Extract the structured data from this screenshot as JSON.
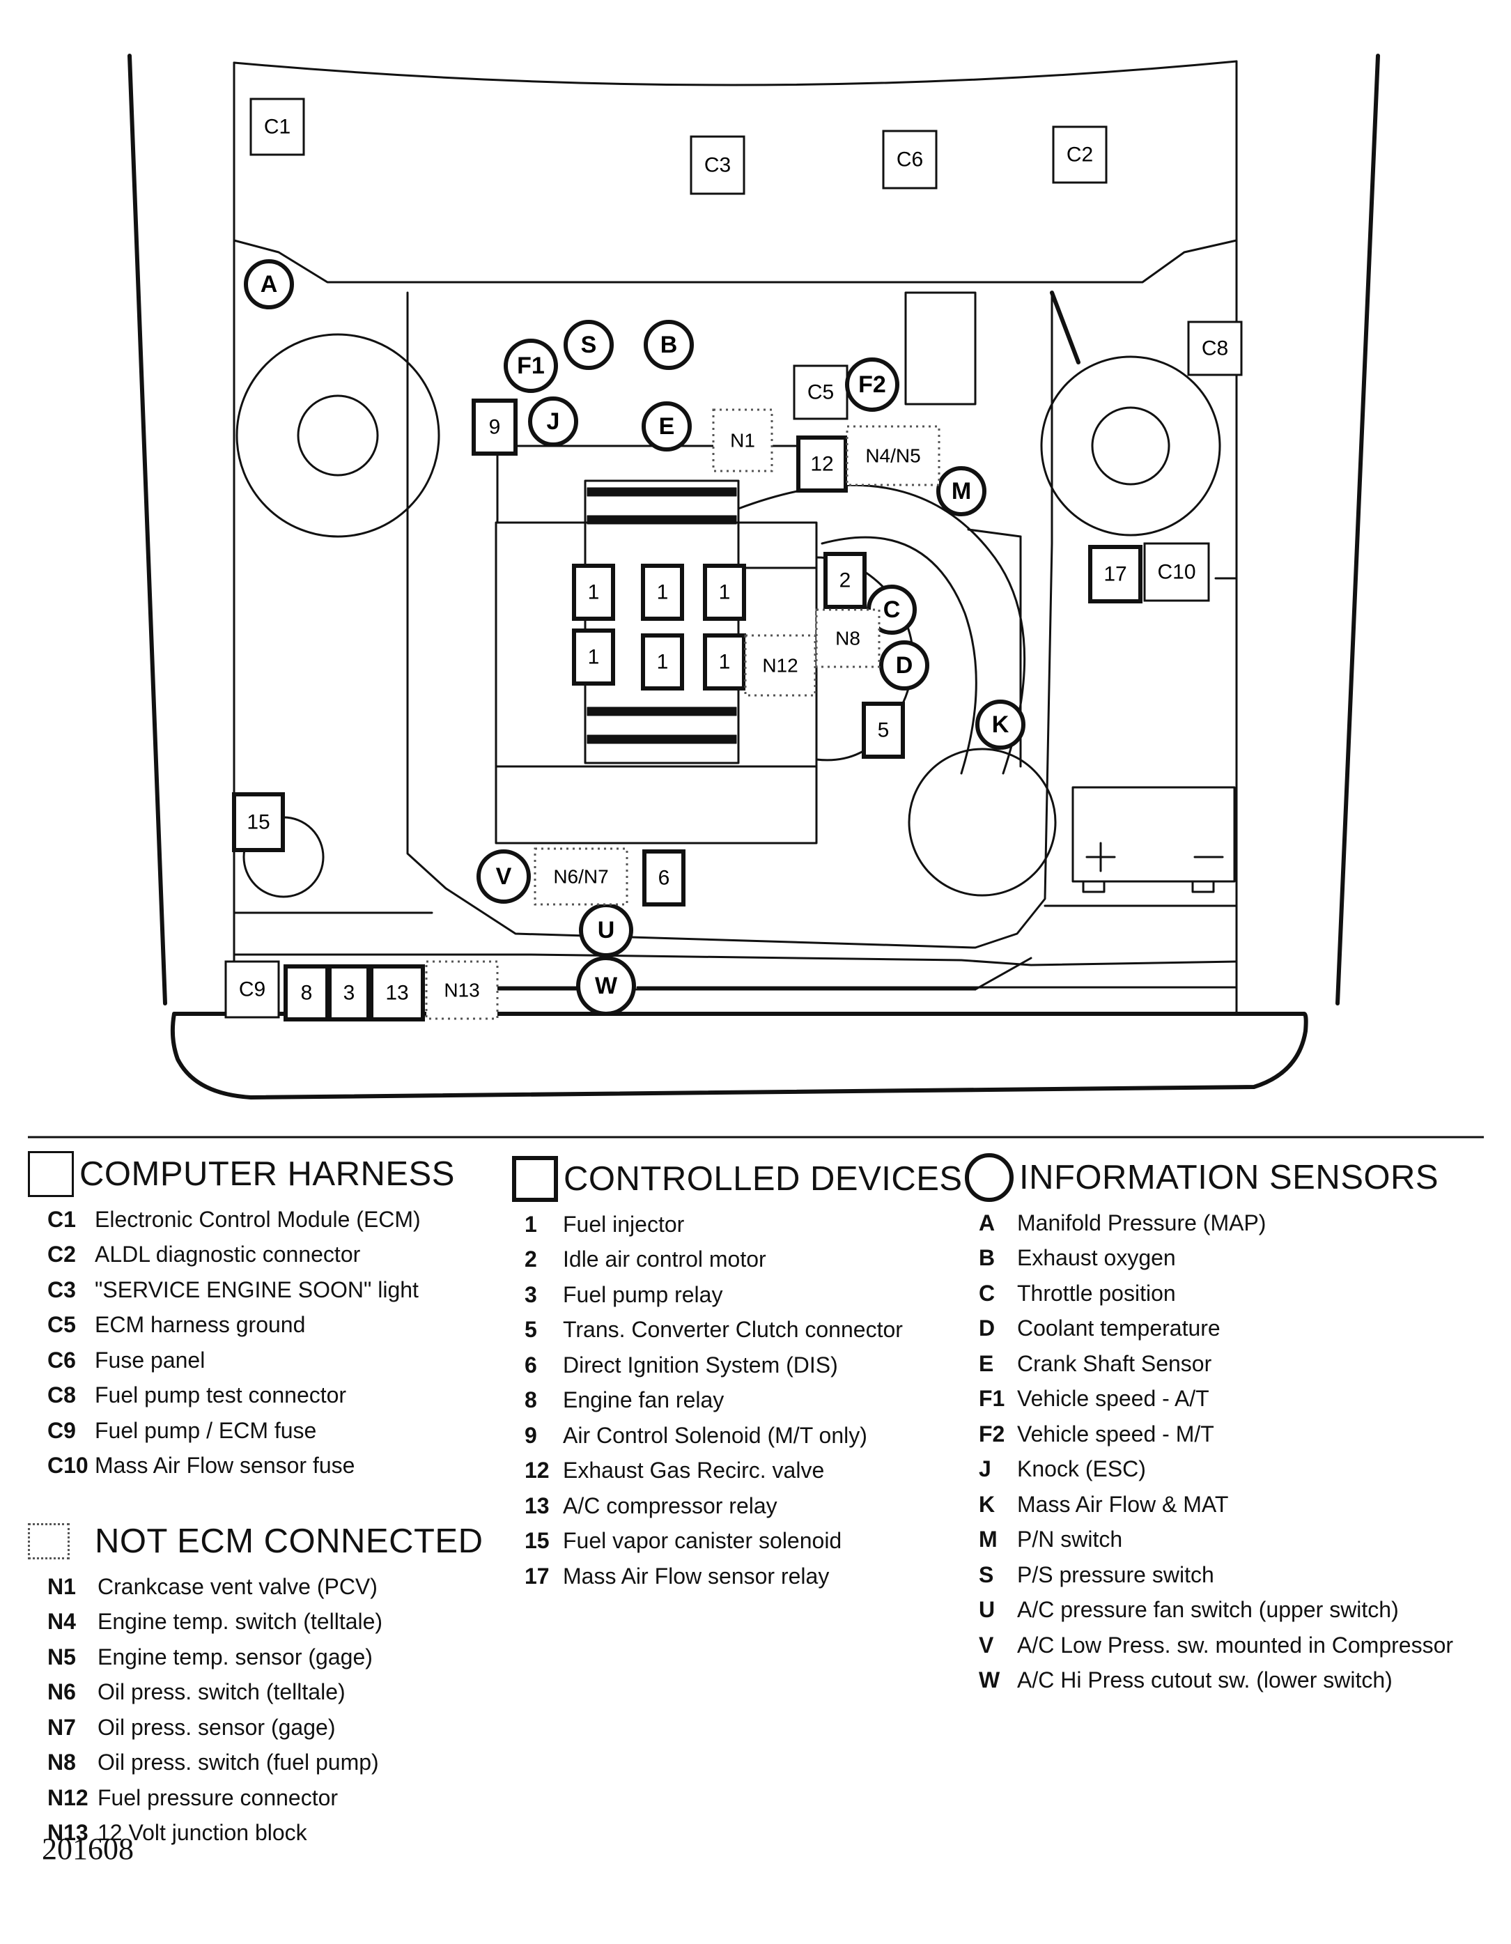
{
  "diagram": {
    "computer_harness": [
      {
        "id": "C1",
        "label": "C1"
      },
      {
        "id": "C2",
        "label": "C2"
      },
      {
        "id": "C3",
        "label": "C3"
      },
      {
        "id": "C5",
        "label": "C5"
      },
      {
        "id": "C6",
        "label": "C6"
      },
      {
        "id": "C8",
        "label": "C8"
      },
      {
        "id": "C9",
        "label": "C9"
      },
      {
        "id": "C10",
        "label": "C10"
      }
    ],
    "controlled_devices": [
      {
        "id": "1a",
        "label": "1"
      },
      {
        "id": "1b",
        "label": "1"
      },
      {
        "id": "1c",
        "label": "1"
      },
      {
        "id": "1d",
        "label": "1"
      },
      {
        "id": "1e",
        "label": "1"
      },
      {
        "id": "1f",
        "label": "1"
      },
      {
        "id": "2",
        "label": "2"
      },
      {
        "id": "3",
        "label": "3"
      },
      {
        "id": "5",
        "label": "5"
      },
      {
        "id": "6",
        "label": "6"
      },
      {
        "id": "8",
        "label": "8"
      },
      {
        "id": "9",
        "label": "9"
      },
      {
        "id": "12",
        "label": "12"
      },
      {
        "id": "13",
        "label": "13"
      },
      {
        "id": "15",
        "label": "15"
      },
      {
        "id": "17",
        "label": "17"
      }
    ],
    "information_sensors": [
      {
        "id": "A",
        "label": "A"
      },
      {
        "id": "B",
        "label": "B"
      },
      {
        "id": "C",
        "label": "C"
      },
      {
        "id": "D",
        "label": "D"
      },
      {
        "id": "E",
        "label": "E"
      },
      {
        "id": "F1",
        "label": "F1"
      },
      {
        "id": "F2",
        "label": "F2"
      },
      {
        "id": "J",
        "label": "J"
      },
      {
        "id": "K",
        "label": "K"
      },
      {
        "id": "M",
        "label": "M"
      },
      {
        "id": "S",
        "label": "S"
      },
      {
        "id": "U",
        "label": "U"
      },
      {
        "id": "V",
        "label": "V"
      },
      {
        "id": "W",
        "label": "W"
      }
    ],
    "not_ecm_connected": [
      {
        "id": "N1",
        "label": "N1"
      },
      {
        "id": "N4N5",
        "label": "N4/N5"
      },
      {
        "id": "N6N7",
        "label": "N6/N7"
      },
      {
        "id": "N8",
        "label": "N8"
      },
      {
        "id": "N12",
        "label": "N12"
      },
      {
        "id": "N13",
        "label": "N13"
      }
    ],
    "battery": {
      "plus": "+",
      "minus": "−"
    }
  },
  "legend": {
    "computer_harness": {
      "title": "COMPUTER HARNESS",
      "items": [
        {
          "code": "C1",
          "text": "Electronic Control Module (ECM)"
        },
        {
          "code": "C2",
          "text": "ALDL diagnostic connector"
        },
        {
          "code": "C3",
          "text": "\"SERVICE ENGINE SOON\" light"
        },
        {
          "code": "C5",
          "text": "ECM harness ground"
        },
        {
          "code": "C6",
          "text": "Fuse panel"
        },
        {
          "code": "C8",
          "text": "Fuel pump test connector"
        },
        {
          "code": "C9",
          "text": "Fuel pump / ECM fuse"
        },
        {
          "code": "C10",
          "text": "Mass Air Flow sensor fuse"
        }
      ]
    },
    "not_ecm_connected": {
      "title": "NOT ECM CONNECTED",
      "items": [
        {
          "code": "N1",
          "text": "Crankcase vent valve (PCV)"
        },
        {
          "code": "N4",
          "text": "Engine temp. switch (telltale)"
        },
        {
          "code": "N5",
          "text": "Engine temp. sensor (gage)"
        },
        {
          "code": "N6",
          "text": "Oil press. switch (telltale)"
        },
        {
          "code": "N7",
          "text": "Oil press. sensor (gage)"
        },
        {
          "code": "N8",
          "text": "Oil press. switch (fuel pump)"
        },
        {
          "code": "N12",
          "text": "Fuel  pressure connector"
        },
        {
          "code": "N13",
          "text": "12 Volt junction block"
        }
      ]
    },
    "controlled_devices": {
      "title": "CONTROLLED DEVICES",
      "items": [
        {
          "code": "1",
          "text": "Fuel injector"
        },
        {
          "code": "2",
          "text": "Idle air control motor"
        },
        {
          "code": "3",
          "text": "Fuel pump relay"
        },
        {
          "code": "5",
          "text": "Trans. Converter Clutch connector"
        },
        {
          "code": "6",
          "text": "Direct Ignition System  (DIS)"
        },
        {
          "code": "8",
          "text": "Engine fan relay"
        },
        {
          "code": "9",
          "text": "Air Control Solenoid (M/T only)"
        },
        {
          "code": "12",
          "text": "Exhaust Gas Recirc. valve"
        },
        {
          "code": "13",
          "text": "A/C compressor relay"
        },
        {
          "code": "15",
          "text": "Fuel vapor canister solenoid"
        },
        {
          "code": "17",
          "text": "Mass Air Flow sensor relay"
        }
      ]
    },
    "information_sensors": {
      "title": "INFORMATION SENSORS",
      "items": [
        {
          "code": "A",
          "text": "Manifold Pressure (MAP)"
        },
        {
          "code": "B",
          "text": "Exhaust oxygen"
        },
        {
          "code": "C",
          "text": "Throttle position"
        },
        {
          "code": "D",
          "text": "Coolant temperature"
        },
        {
          "code": "E",
          "text": "Crank Shaft Sensor"
        },
        {
          "code": "F1",
          "text": "Vehicle speed - A/T"
        },
        {
          "code": "F2",
          "text": "Vehicle speed - M/T"
        },
        {
          "code": "J",
          "text": "Knock (ESC)"
        },
        {
          "code": "K",
          "text": "Mass Air Flow & MAT"
        },
        {
          "code": "M",
          "text": "P/N switch"
        },
        {
          "code": "S",
          "text": "P/S pressure switch"
        },
        {
          "code": "U",
          "text": "A/C pressure fan switch (upper switch)"
        },
        {
          "code": "V",
          "text": "A/C Low Press. sw. mounted in Compressor"
        },
        {
          "code": "W",
          "text": "A/C Hi Press cutout sw. (lower switch)"
        }
      ]
    }
  },
  "figure_number": "201608"
}
